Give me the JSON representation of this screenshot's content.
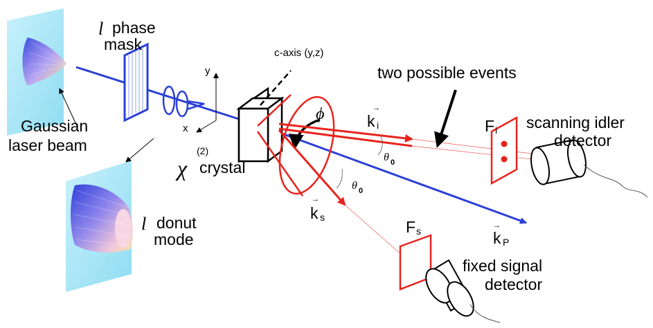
{
  "labels": {
    "phase_mask_sym": "l",
    "phase_mask_text_1": "phase",
    "phase_mask_text_2": "mask",
    "gaussian_1": "Gaussian",
    "gaussian_2": "laser   beam",
    "donut_sym": "l",
    "donut_1": "donut",
    "donut_2": "mode",
    "axis_y": "y",
    "axis_x": "x",
    "chi": "χ",
    "chi_sup": "(2)",
    "crystal": "crystal",
    "c_axis": "c-axis (y,z)",
    "two_events": "two possible events",
    "phi": "ϕ",
    "theta_upper": "θ",
    "theta_upper_sub": "0",
    "theta_lower": "θ",
    "theta_lower_sub": "0",
    "ki": "k",
    "ki_sub": "i",
    "ks": "k",
    "ks_sub": "s",
    "kp": "k",
    "kp_sub": "P",
    "fi": "F",
    "fi_sub": "i",
    "fs": "F",
    "fs_sub": "s",
    "idler_1": "scanning    idler",
    "idler_2": "detector",
    "signal_1": "fixed     signal",
    "signal_2": "detector"
  },
  "colors": {
    "pump": "#2b3fd6",
    "photon": "#e8231d",
    "panel": "#9fe3f5",
    "ink": "#000000"
  }
}
